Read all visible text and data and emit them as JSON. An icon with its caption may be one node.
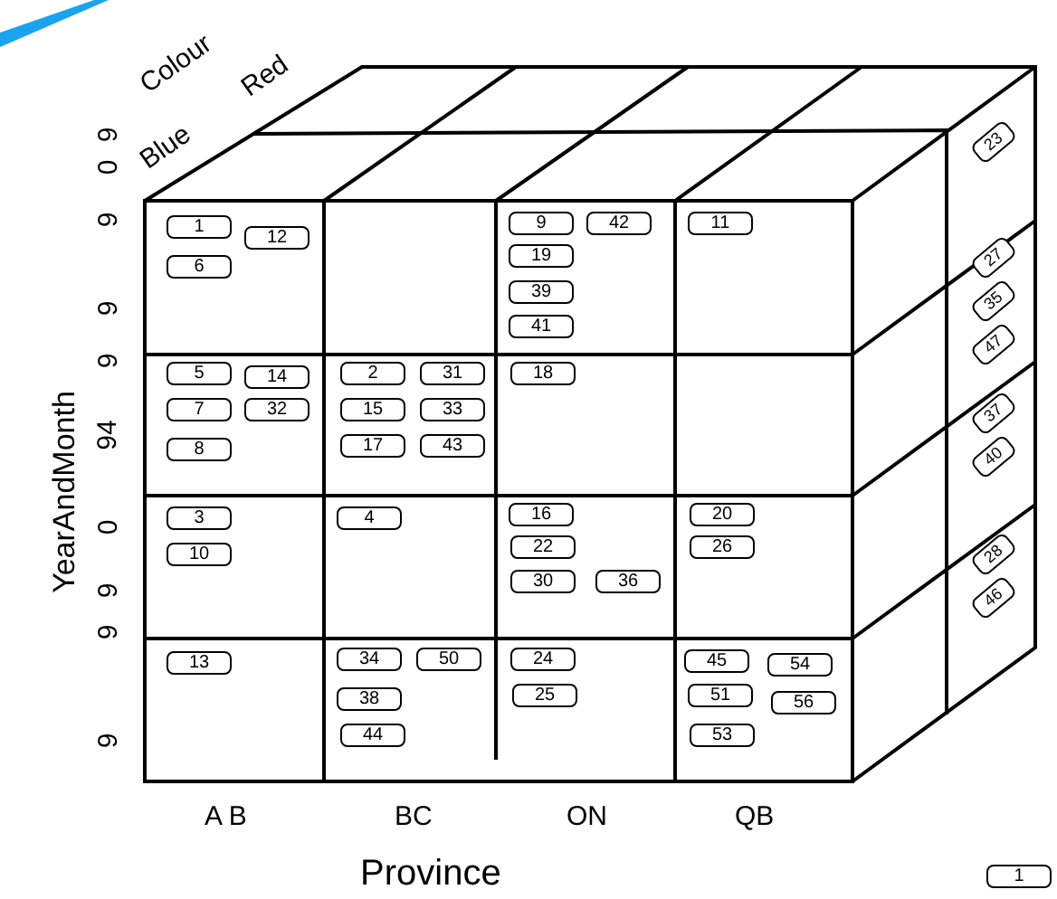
{
  "diagram": {
    "nodes": [
      {
        "text": [
          "1"
        ]
      },
      {
        "text": [
          "12"
        ]
      },
      {
        "text": [
          "6"
        ]
      },
      {
        "text": [
          "5"
        ]
      },
      {
        "text": [
          "14"
        ]
      },
      {
        "text": [
          "7"
        ]
      },
      {
        "text": [
          "32"
        ]
      },
      {
        "text": [
          "8"
        ]
      },
      {
        "text": [
          "3"
        ]
      },
      {
        "text": [
          "10"
        ]
      },
      {
        "text": [
          "13"
        ]
      },
      {
        "text": [
          "2"
        ]
      },
      {
        "text": [
          "31"
        ]
      },
      {
        "text": [
          "15"
        ]
      },
      {
        "text": [
          "33"
        ]
      },
      {
        "text": [
          "17"
        ]
      },
      {
        "text": [
          "43"
        ]
      },
      {
        "text": [
          "4"
        ]
      },
      {
        "text": [
          "34"
        ]
      },
      {
        "text": [
          "50"
        ]
      },
      {
        "text": [
          "38"
        ]
      },
      {
        "text": [
          "44"
        ]
      },
      {
        "text": [
          "9"
        ]
      },
      {
        "text": [
          "42"
        ]
      },
      {
        "text": [
          "19"
        ]
      },
      {
        "text": [
          "39"
        ]
      },
      {
        "text": [
          "41"
        ]
      },
      {
        "text": [
          "18"
        ]
      },
      {
        "text": [
          "16"
        ]
      },
      {
        "text": [
          "22"
        ]
      },
      {
        "text": [
          "30"
        ]
      },
      {
        "text": [
          "36"
        ]
      },
      {
        "text": [
          "24"
        ]
      },
      {
        "text": [
          "25"
        ]
      },
      {
        "text": [
          "11"
        ]
      },
      {
        "text": [
          "20"
        ]
      },
      {
        "text": [
          "26"
        ]
      },
      {
        "text": [
          "45"
        ]
      },
      {
        "text": [
          "54"
        ]
      },
      {
        "text": [
          "51"
        ]
      },
      {
        "text": [
          "56"
        ]
      },
      {
        "text": [
          "53"
        ]
      },
      {
        "text": [
          "23"
        ]
      },
      {
        "text": [
          "27"
        ]
      },
      {
        "text": [
          "35"
        ]
      },
      {
        "text": [
          "47"
        ]
      },
      {
        "text": [
          "37"
        ]
      },
      {
        "text": [
          "40"
        ]
      },
      {
        "text": [
          "28"
        ]
      },
      {
        "text": [
          "46"
        ]
      },
      {
        "text": [
          "1"
        ]
      }
    ],
    "labels": [
      "Colour",
      "Red",
      "Blue",
      "9",
      "0",
      "9",
      "9",
      "9",
      "94",
      "0",
      "9",
      "9",
      "9",
      "YearAndMonth",
      "A B",
      "BC",
      "ON",
      "QB",
      "Province"
    ]
  }
}
